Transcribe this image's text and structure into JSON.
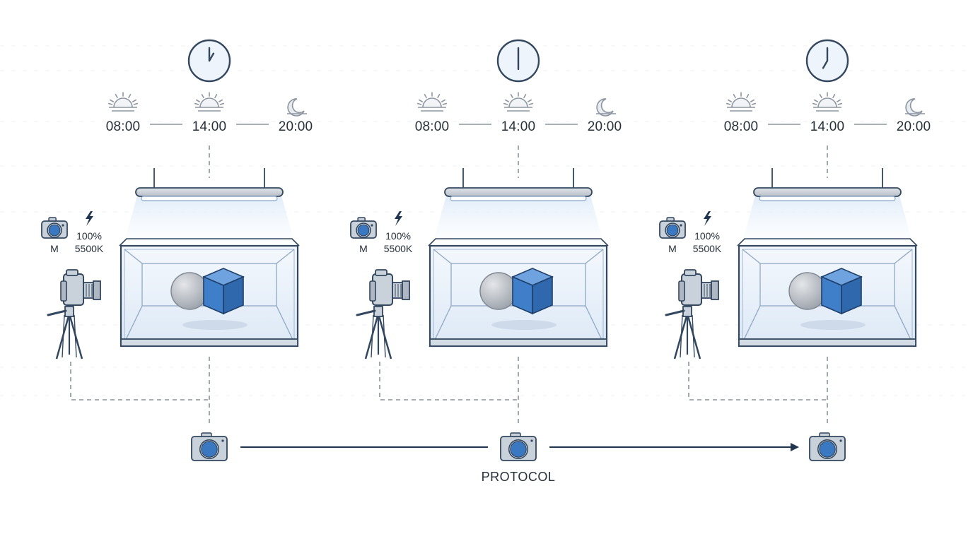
{
  "schedule_times": [
    "08:00",
    "14:00",
    "20:00"
  ],
  "time_icons": [
    "sunrise-icon",
    "sun-icon",
    "moon-icon"
  ],
  "camera_settings": {
    "mode": "M",
    "power": "100%",
    "color_temperature": "5500K"
  },
  "flash_icon": "lightning-bolt-icon",
  "protocol_label": "PROTOCOL",
  "stations": [
    {
      "clock_time": "13:00"
    },
    {
      "clock_time": "18:00"
    },
    {
      "clock_time": "19:00"
    }
  ],
  "colors": {
    "outline": "#33475f",
    "accent_blue": "#3a78c2",
    "light_blue": "#e8f1fb",
    "gray": "#b5bcc6",
    "dash": "#8a929c"
  }
}
